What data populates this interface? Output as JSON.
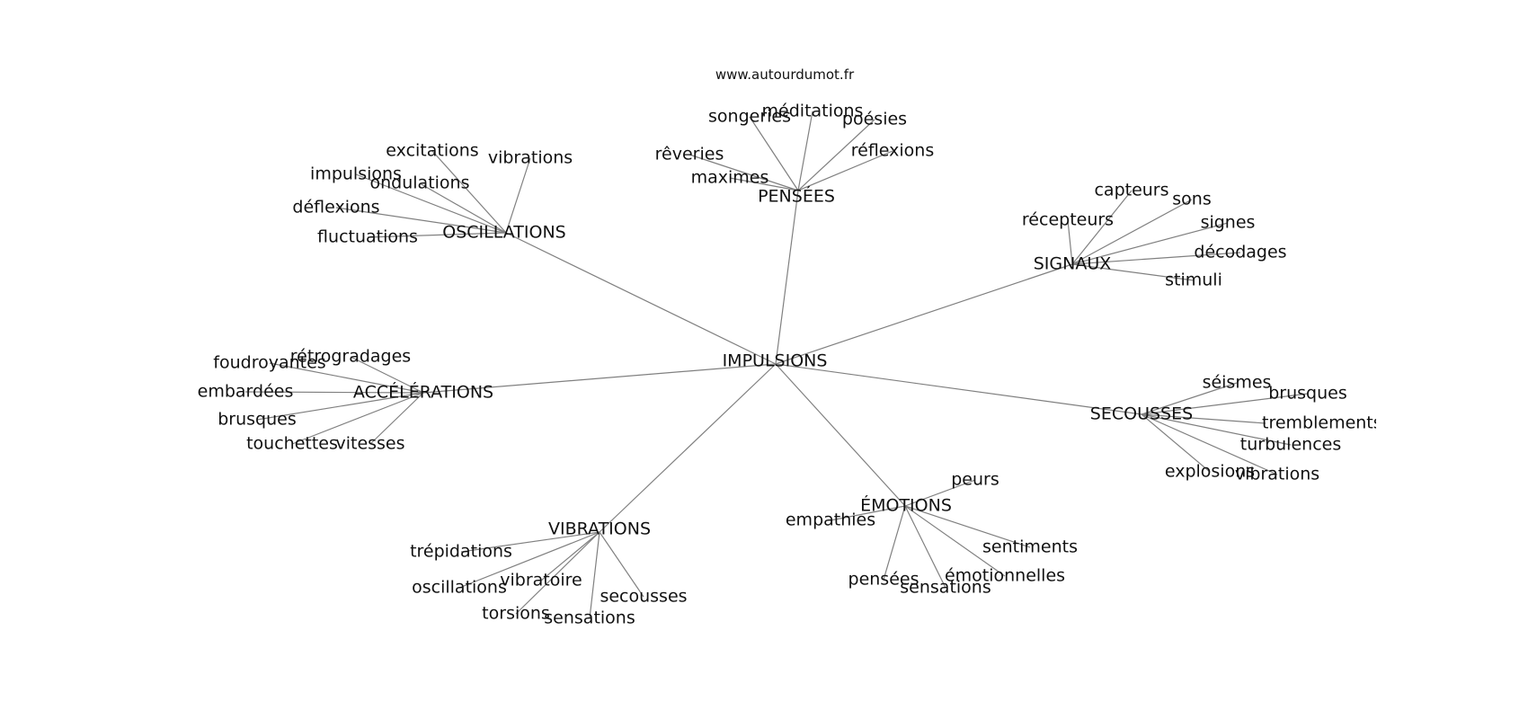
{
  "site_label": "www.autourdumot.fr",
  "center": "IMPULSIONS",
  "groups": [
    {
      "id": "oscillations",
      "label": "OSCILLATIONS",
      "leaves": [
        "excitations",
        "vibrations",
        "impulsions",
        "ondulations",
        "déflexions",
        "fluctuations"
      ]
    },
    {
      "id": "pensees",
      "label": "PENSÉES",
      "leaves": [
        "songeries",
        "méditations",
        "poésies",
        "rêveries",
        "réflexions",
        "maximes"
      ]
    },
    {
      "id": "signaux",
      "label": "SIGNAUX",
      "leaves": [
        "capteurs",
        "sons",
        "récepteurs",
        "signes",
        "décodages",
        "stimuli"
      ]
    },
    {
      "id": "accelerations",
      "label": "ACCÉLÉRATIONS",
      "leaves": [
        "foudroyantes",
        "rétrogradages",
        "embardées",
        "brusques",
        "touchettes",
        "vitesses"
      ]
    },
    {
      "id": "secousses",
      "label": "SECOUSSES",
      "leaves": [
        "séismes",
        "brusques",
        "tremblements",
        "turbulences",
        "explosions",
        "vibrations"
      ]
    },
    {
      "id": "emotions",
      "label": "ÉMOTIONS",
      "leaves": [
        "peurs",
        "empathies",
        "sentiments",
        "émotionnelles",
        "pensées",
        "sensations"
      ]
    },
    {
      "id": "vibrations",
      "label": "VIBRATIONS",
      "leaves": [
        "trépidations",
        "oscillations",
        "vibratoire",
        "secousses",
        "torsions",
        "sensations"
      ]
    }
  ]
}
